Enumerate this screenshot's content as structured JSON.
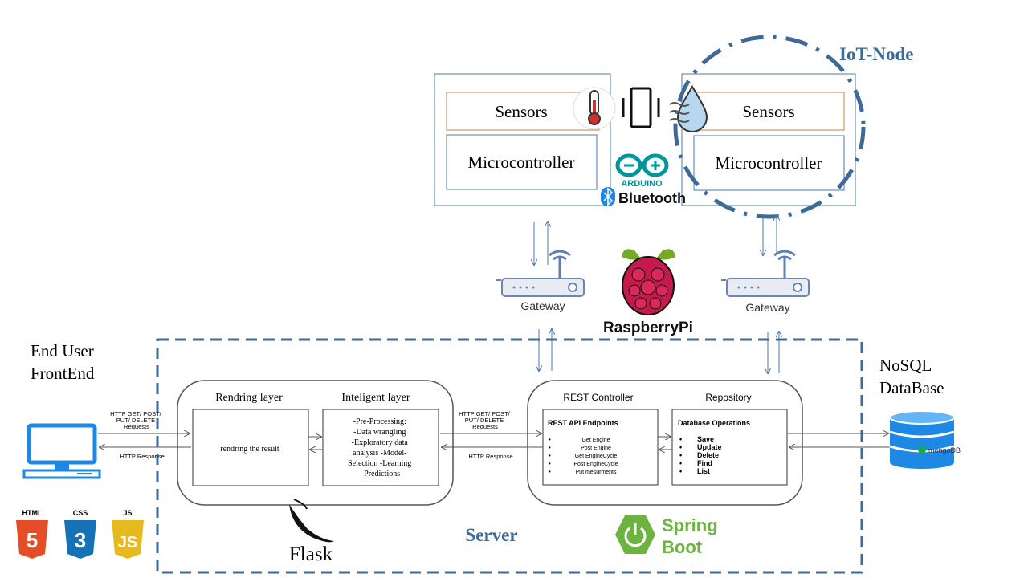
{
  "iot": {
    "title": "IoT-Node",
    "left_sensors": "Sensors",
    "left_microcontroller": "Microcontroller",
    "right_sensors": "Sensors",
    "right_microcontroller": "Microcontroller",
    "arduino_label": "ARDUINO",
    "bluetooth_label": "Bluetooth"
  },
  "gateways": {
    "left_label": "Gateway",
    "right_label": "Gateway"
  },
  "raspberry": {
    "label": "RaspberryPi"
  },
  "end_user": {
    "line1": "End User",
    "line2": "FrontEnd"
  },
  "database": {
    "line1": "NoSQL",
    "line2": "DataBase",
    "mongo_label": "mongoDB"
  },
  "http": {
    "left_request": [
      "HTTP GET/ POST/",
      "PUT/ DELETE",
      "Requests"
    ],
    "left_response": "HTTP Response",
    "mid_request": [
      "HTTP GET/ POST/",
      "PUT/ DELETE",
      "Requests"
    ],
    "mid_response": "HTTP Response"
  },
  "flask_app": {
    "rendering_title": "Rendring layer",
    "rendering_body": "rendring the result",
    "intelligent_title": "Inteligent layer",
    "intelligent_body": [
      "-Pre-Processing:",
      "-Data wrangling",
      "-Exploratory data",
      "analysis -Model-",
      "Selection  -Learning",
      "-Predictions"
    ],
    "flask_label": "Flask"
  },
  "spring_app": {
    "controller_title": "REST Controller",
    "repository_title": "Repository",
    "endpoints_title": "REST API Endpoints",
    "endpoints": [
      "Get Engine",
      "Post Engine",
      "Get EngineCycle",
      "Post EngineCycle",
      "Put mesurments"
    ],
    "db_ops_title": "Database Operations",
    "db_ops": [
      "Save",
      "Update",
      "Delete",
      "Find",
      "List"
    ],
    "spring_line1": "Spring",
    "spring_line2": "Boot"
  },
  "server": {
    "label": "Server"
  },
  "web_badges": [
    "HTML",
    "CSS",
    "JS"
  ],
  "colors": {
    "steel_blue": "#3d6a96",
    "box_blue": "#4a78b5",
    "sensor_border": "#c8813c",
    "spring_green": "#6db33f",
    "html_orange": "#e44d26",
    "css_blue": "#1572b6",
    "js_yellow": "#e6b91e",
    "rasp_red": "#c51a4a",
    "rasp_green": "#75a928",
    "monitor_blue": "#1e88e5"
  }
}
